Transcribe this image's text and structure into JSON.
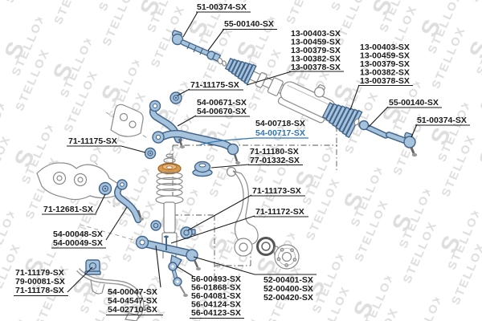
{
  "brand_watermark": "STELLOX",
  "colors": {
    "highlight": "#2e76b4",
    "part_fill": "#a6c3de",
    "part_stroke": "#44658a",
    "line_art": "#8a8a8a",
    "strut_mount_accent": "#d89a52",
    "label_text": "#1b1b1b"
  },
  "labels": {
    "tie_rod_end_top": "51-00374-SX",
    "steering_rod_top": "55-00140-SX",
    "bellow_kit_left": [
      "13-00403-SX",
      "13-00459-SX",
      "13-00379-SX",
      "13-00382-SX",
      "13-00378-SX"
    ],
    "bellow_kit_right": [
      "13-00403-SX",
      "13-00459-SX",
      "13-00379-SX",
      "13-00382-SX",
      "13-00378-SX"
    ],
    "steering_rod_right": "55-00140-SX",
    "tie_rod_end_right": "51-00374-SX",
    "upper_bushing_rear": "71-11175-SX",
    "upper_arm_rear_kit": [
      "54-00671-SX",
      "54-00670-SX"
    ],
    "upper_arm_front_alt": "54-00718-SX",
    "upper_arm_front_selected": "54-00717-SX",
    "strut_mount_kit": [
      "71-11180-SX",
      "77-01332-SX"
    ],
    "upper_bushing_front": "71-11175-SX",
    "subframe_bushing": "71-12681-SX",
    "guide_arm_kit": [
      "54-00048-SX",
      "54-00049-SX"
    ],
    "lower_bushing_rear": "71-11173-SX",
    "lower_bushing_front": "71-11172-SX",
    "stabilizer_bushing_kit": [
      "71-11179-SX",
      "79-00081-SX",
      "71-11178-SX"
    ],
    "lower_arm_kit": [
      "54-00047-SX",
      "54-04547-SX",
      "54-02710-SX"
    ],
    "stabilizer_link_kit": [
      "56-00493-SX",
      "56-01868-SX",
      "56-04081-SX",
      "56-04124-SX",
      "56-04123-SX"
    ],
    "wheel_bearing_kit": [
      "52-00401-SX",
      "52-00400-SX",
      "52-00420-SX"
    ]
  }
}
